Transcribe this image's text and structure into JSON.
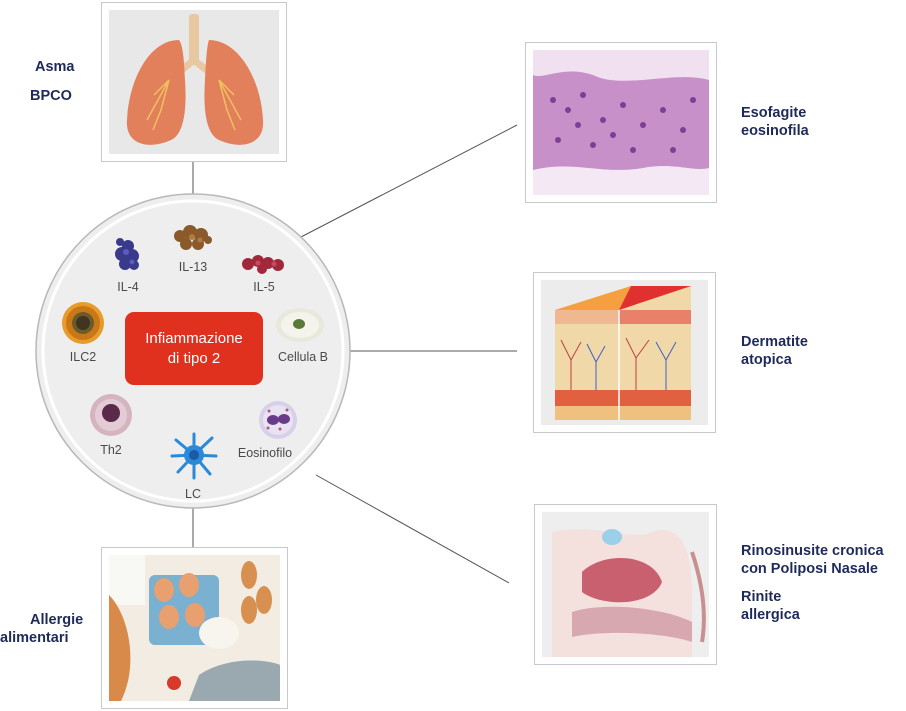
{
  "center": {
    "line1": "Infiammazione",
    "line2": "di tipo 2"
  },
  "cells": {
    "il4": "IL-4",
    "il13": "IL-13",
    "il5": "IL-5",
    "ilc2": "ILC2",
    "cellula_b": "Cellula B",
    "th2": "Th2",
    "lc": "LC",
    "eosinofilo": "Eosinofilo"
  },
  "conditions": {
    "asma": "Asma",
    "bpco": "BPCO",
    "esofagite_1": "Esofagite",
    "esofagite_2": "eosinofila",
    "dermatite_1": "Dermatite",
    "dermatite_2": "atopica",
    "rino_1": "Rinosinusite cronica",
    "rino_2": "con Poliposi Nasale",
    "rinite_1": "Rinite",
    "rinite_2": "allergica",
    "allergie_1": "Allergie",
    "allergie_2": "alimentari"
  },
  "colors": {
    "accent_red": "#e0301e",
    "label_navy": "#1e2a5a",
    "circle_fill": "#eeeeee",
    "connector": "#555555"
  }
}
